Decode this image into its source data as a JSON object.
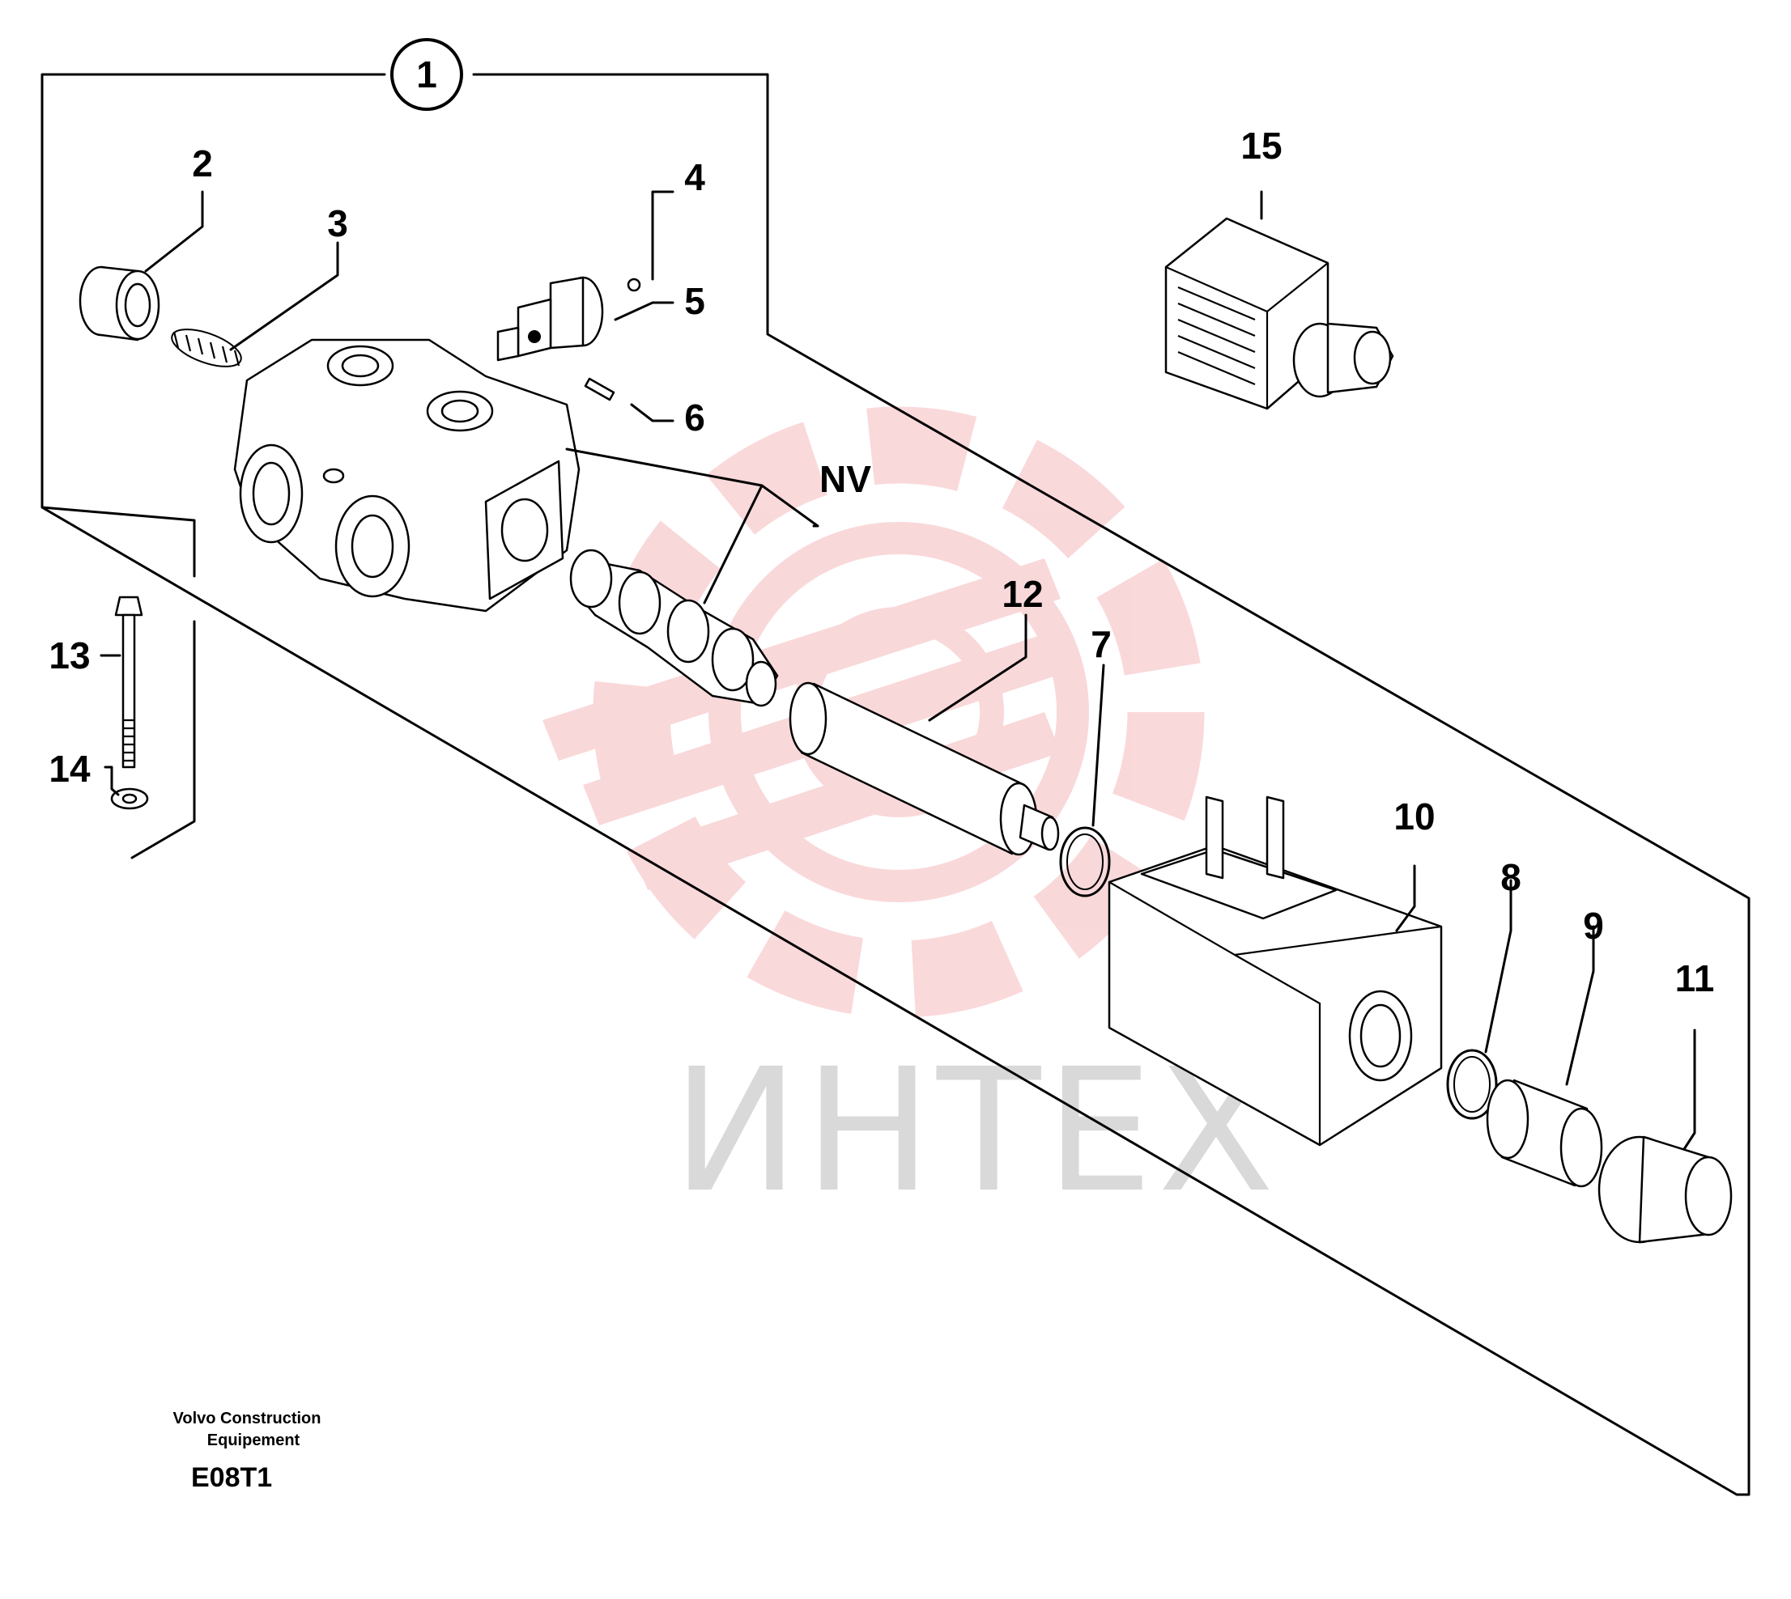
{
  "diagram": {
    "group_label": "1",
    "part_labels": {
      "p2": "2",
      "p3": "3",
      "p4": "4",
      "p5": "5",
      "p6": "6",
      "p7": "7",
      "p8": "8",
      "p9": "9",
      "p10": "10",
      "p11": "11",
      "p12": "12",
      "p13": "13",
      "p14": "14",
      "p15": "15",
      "nv": "NV"
    }
  },
  "watermark": {
    "text": "ИНТЕХ",
    "color": "#e8505b"
  },
  "footer": {
    "company_line1": "Volvo Construction",
    "company_line2": "Equipement",
    "code": "E08T1"
  }
}
